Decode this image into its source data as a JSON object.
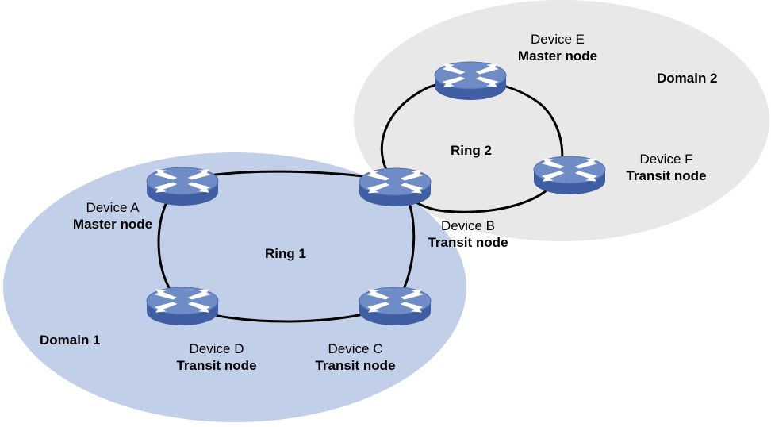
{
  "domains": [
    {
      "id": "domain1",
      "label": "Domain 1",
      "fill": "#c2cfe8"
    },
    {
      "id": "domain2",
      "label": "Domain 2",
      "fill": "#e8e8e8"
    }
  ],
  "rings": [
    {
      "id": "ring1",
      "label": "Ring 1"
    },
    {
      "id": "ring2",
      "label": "Ring 2"
    }
  ],
  "devices": {
    "a": {
      "name": "Device A",
      "role": "Master node"
    },
    "b": {
      "name": "Device B",
      "role": "Transit node"
    },
    "c": {
      "name": "Device C",
      "role": "Transit node"
    },
    "d": {
      "name": "Device D",
      "role": "Transit node"
    },
    "e": {
      "name": "Device E",
      "role": "Master node"
    },
    "f": {
      "name": "Device F",
      "role": "Transit node"
    }
  },
  "colors": {
    "device_top": "#6f8cc7",
    "device_side": "#3f5ea3",
    "ring_line": "#000000"
  }
}
